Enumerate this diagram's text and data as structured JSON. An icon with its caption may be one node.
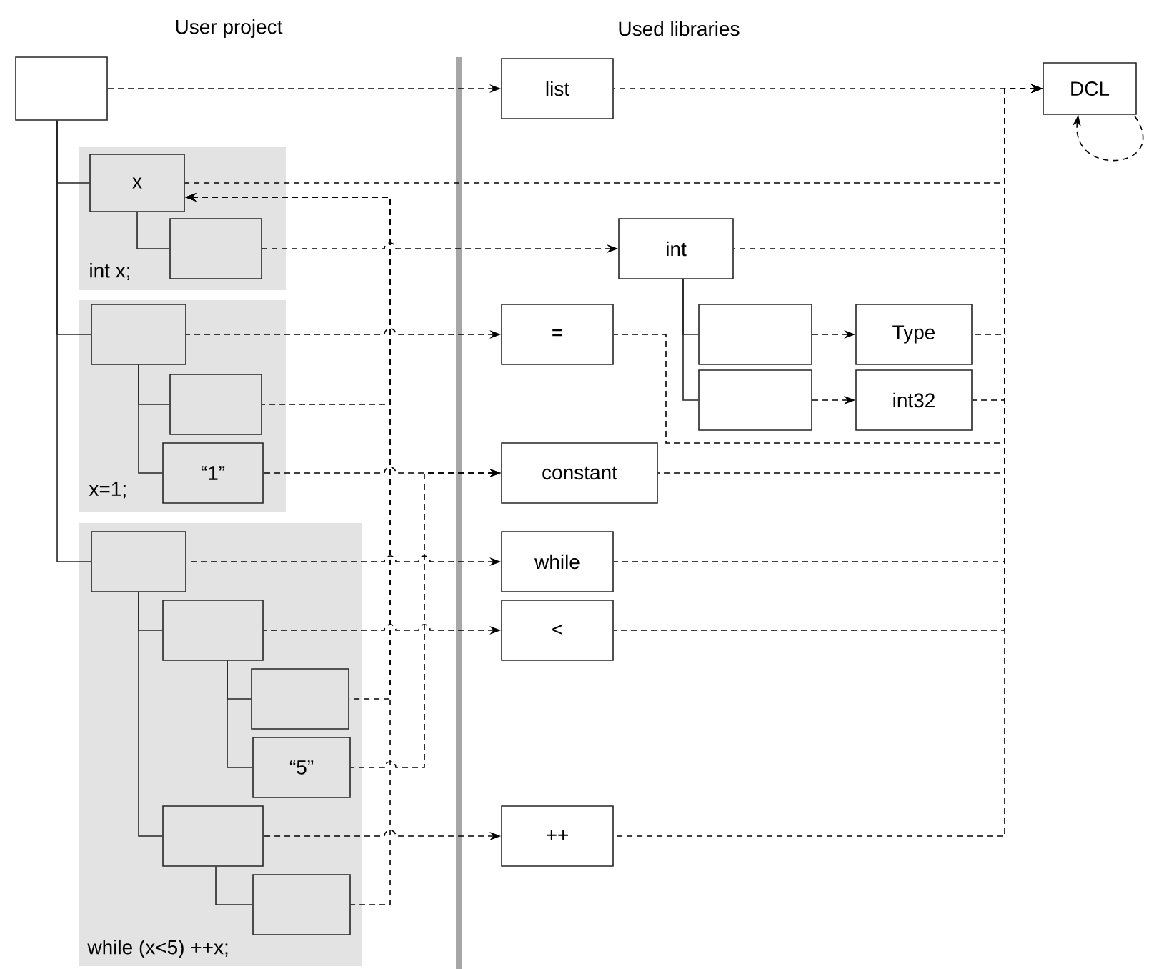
{
  "diagram": {
    "nodes": [
      {
        "text": [],
        "shape": "box"
      },
      {
        "text": [
          "int x;"
        ]
      },
      {
        "text": [
          "x"
        ],
        "in": 1
      },
      {
        "text": [],
        "shape": "box",
        "in": 1
      },
      {
        "text": [
          "x=1;"
        ]
      },
      {
        "text": [],
        "shape": "box",
        "in": 4
      },
      {
        "text": [],
        "shape": "box",
        "in": 4
      },
      {
        "text": [
          "“1”"
        ],
        "in": 4
      },
      {
        "text": [
          "while (x<5) ++x;"
        ]
      },
      {
        "text": [],
        "shape": "box",
        "in": 8
      },
      {
        "text": [],
        "shape": "box",
        "in": 8
      },
      {
        "text": [],
        "shape": "box",
        "in": 8
      },
      {
        "text": [
          "“5”"
        ],
        "in": 8
      },
      {
        "text": [],
        "shape": "box",
        "in": 8
      },
      {
        "text": [],
        "shape": "box",
        "in": 8
      },
      {
        "text": [
          "list"
        ]
      },
      {
        "text": [
          "DCL"
        ]
      },
      {
        "text": [
          "int"
        ]
      },
      {
        "text": [
          "="
        ]
      },
      {
        "text": [],
        "shape": "box"
      },
      {
        "text": [],
        "shape": "box"
      },
      {
        "text": [
          "Type"
        ]
      },
      {
        "text": [
          "int32"
        ]
      },
      {
        "text": [
          "constant"
        ]
      },
      {
        "text": [
          "while"
        ]
      },
      {
        "text": [
          "<"
        ]
      },
      {
        "text": [
          "++"
        ]
      }
    ],
    "edges": [
      {
        "from": 0,
        "to": 2,
        "arrow": "none"
      },
      {
        "from": 0,
        "to": 5,
        "arrow": "none"
      },
      {
        "from": 0,
        "to": 9,
        "arrow": "none"
      },
      {
        "from": 2,
        "to": 3,
        "arrow": "none"
      },
      {
        "from": 5,
        "to": 6,
        "arrow": "none"
      },
      {
        "from": 5,
        "to": 7,
        "arrow": "none"
      },
      {
        "from": 9,
        "to": 10,
        "arrow": "none"
      },
      {
        "from": 9,
        "to": 13,
        "arrow": "none"
      },
      {
        "from": 10,
        "to": 11,
        "arrow": "none"
      },
      {
        "from": 10,
        "to": 12,
        "arrow": "none"
      },
      {
        "from": 13,
        "to": 14,
        "arrow": "none"
      },
      {
        "from": 17,
        "to": 19,
        "arrow": "none"
      },
      {
        "from": 17,
        "to": 20,
        "arrow": "none"
      },
      {
        "from": 0,
        "to": 15,
        "arrow": "to",
        "style": "dashed"
      },
      {
        "from": 15,
        "to": 16,
        "arrow": "to",
        "style": "dashed"
      },
      {
        "from": 16,
        "to": 16,
        "arrow": "to",
        "style": "dashed"
      },
      {
        "from": 2,
        "to": 16,
        "arrow": "to",
        "style": "dashed"
      },
      {
        "from": 17,
        "to": 16,
        "arrow": "to",
        "style": "dashed"
      },
      {
        "from": 21,
        "to": 16,
        "arrow": "to",
        "style": "dashed"
      },
      {
        "from": 22,
        "to": 16,
        "arrow": "to",
        "style": "dashed"
      },
      {
        "from": 18,
        "to": 16,
        "arrow": "to",
        "style": "dashed"
      },
      {
        "from": 23,
        "to": 16,
        "arrow": "to",
        "style": "dashed"
      },
      {
        "from": 24,
        "to": 16,
        "arrow": "to",
        "style": "dashed"
      },
      {
        "from": 25,
        "to": 16,
        "arrow": "to",
        "style": "dashed"
      },
      {
        "from": 26,
        "to": 16,
        "arrow": "to",
        "style": "dashed"
      },
      {
        "from": 3,
        "to": 17,
        "arrow": "to",
        "style": "dashed"
      },
      {
        "from": 5,
        "to": 18,
        "arrow": "to",
        "style": "dashed"
      },
      {
        "from": 7,
        "to": 23,
        "arrow": "to",
        "style": "dashed"
      },
      {
        "from": 12,
        "to": 23,
        "arrow": "to",
        "style": "dashed"
      },
      {
        "from": 9,
        "to": 24,
        "arrow": "to",
        "style": "dashed"
      },
      {
        "from": 10,
        "to": 25,
        "arrow": "to",
        "style": "dashed"
      },
      {
        "from": 13,
        "to": 26,
        "arrow": "to",
        "style": "dashed"
      },
      {
        "from": 19,
        "to": 21,
        "arrow": "to",
        "style": "dashed"
      },
      {
        "from": 20,
        "to": 22,
        "arrow": "to",
        "style": "dashed"
      },
      {
        "from": 6,
        "to": 2,
        "arrow": "to",
        "style": "dashed"
      },
      {
        "from": 11,
        "to": 2,
        "arrow": "to",
        "style": "dashed"
      },
      {
        "from": 14,
        "to": 2,
        "arrow": "to",
        "style": "dashed"
      }
    ],
    "labels": [
      "User project",
      "Used libraries"
    ]
  }
}
